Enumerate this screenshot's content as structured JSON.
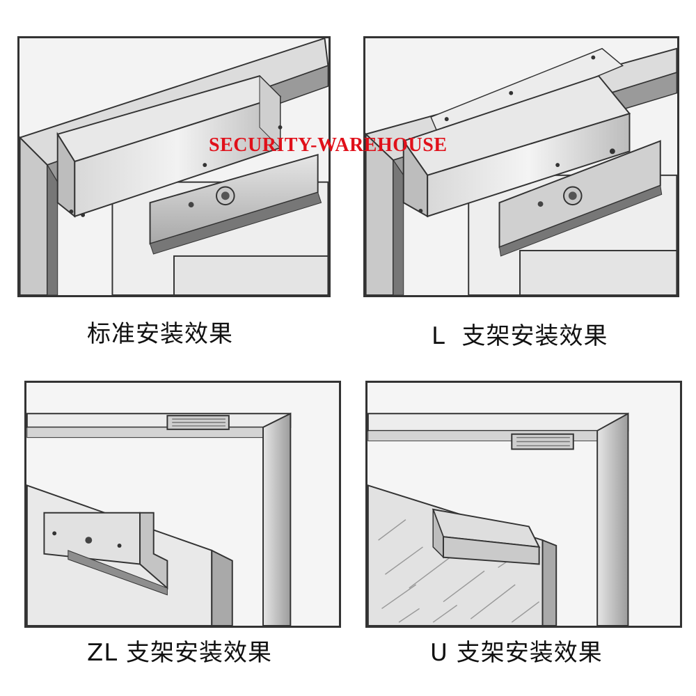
{
  "watermark": "SECURITY-WAREHOUSE",
  "panels": [
    {
      "caption": "标准安装效果"
    },
    {
      "caption": "L  支架安装效果"
    },
    {
      "caption": "ZL 支架安装效果"
    },
    {
      "caption": "U 支架安装效果"
    }
  ],
  "colors": {
    "outline": "#333333",
    "watermark": "#e0101a"
  }
}
